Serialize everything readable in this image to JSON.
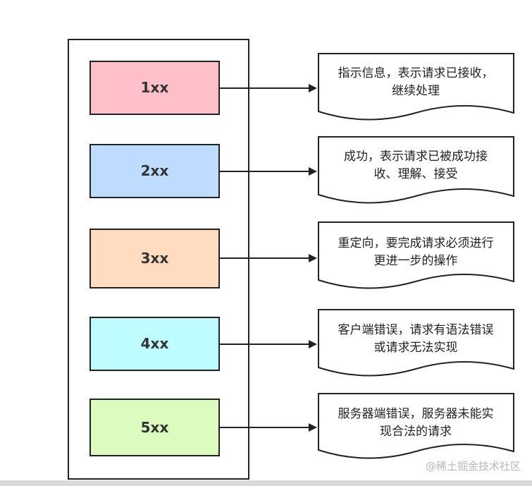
{
  "rows": [
    {
      "code": "1xx",
      "fill": "#ffc0c9",
      "desc_line1": "指示信息，表示请求已接收，",
      "desc_line2": "继续处理"
    },
    {
      "code": "2xx",
      "fill": "#bfdcff",
      "desc_line1": "成功，表示请求已被成功接",
      "desc_line2": "收、理解、接受"
    },
    {
      "code": "3xx",
      "fill": "#ffdcbf",
      "desc_line1": "重定向，要完成请求必须进行",
      "desc_line2": "更进一步的操作"
    },
    {
      "code": "4xx",
      "fill": "#bffcff",
      "desc_line1": "客户端错误，请求有语法错误",
      "desc_line2": "或请求无法实现"
    },
    {
      "code": "5xx",
      "fill": "#dcfcbf",
      "desc_line1": "服务器端错误，服务器未能实",
      "desc_line2": "现合法的请求"
    }
  ],
  "watermark": "@稀土掘金技术社区"
}
